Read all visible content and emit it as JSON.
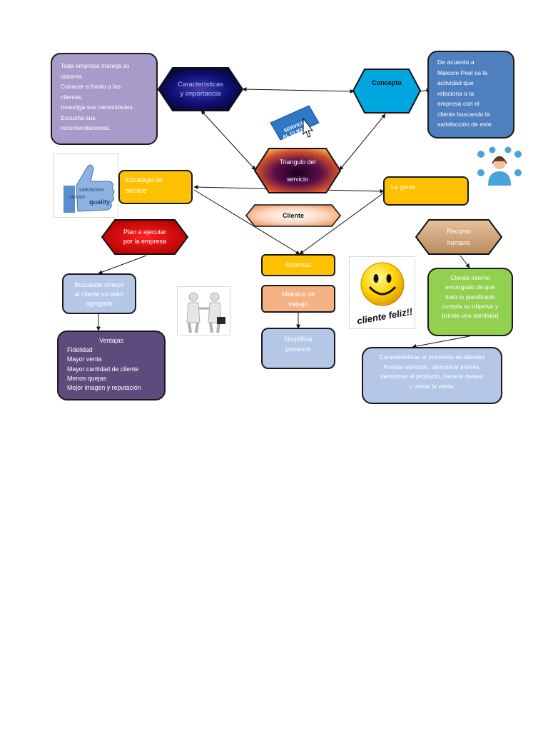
{
  "caracteristicas_box": {
    "lines": [
      "Toda empresa maneja su",
      "sistema.",
      "Conocer a fondo a los",
      "clientes.",
      "Investiga sus necesidades.",
      "Escucha sus",
      "recomendaciones."
    ]
  },
  "caracteristicas_hex": {
    "lines": [
      "Características",
      "y  importancia"
    ]
  },
  "concepto_hex": {
    "label": "Concepto"
  },
  "concepto_box": {
    "lines": [
      "De acuerdo a",
      "Malcom Peel es la",
      "actividad que",
      "relaciona a la",
      "empresa con el",
      "cliente  buscando la",
      "satisfacción de este."
    ]
  },
  "servicio_badge": {
    "lines": [
      "SERVICIO",
      "AL CLIENTE"
    ]
  },
  "triangulo_hex": {
    "lines": [
      "Triangulo del",
      "servicio"
    ]
  },
  "estrategia_box": {
    "lines": [
      "Estrategia de",
      "servicio"
    ]
  },
  "la_gente_box": {
    "label": "La gente"
  },
  "cliente_hex": {
    "label": "Cliente"
  },
  "thumbs_pic": {
    "words": [
      "satisfaction",
      "service",
      "quality"
    ]
  },
  "plan_hex": {
    "lines": [
      "Plan a ejecutar",
      "por la empresa"
    ]
  },
  "recurso_hex": {
    "lines": [
      "Recurso",
      "humano"
    ]
  },
  "sistemas_box": {
    "label": "Sistemas"
  },
  "metodos_box": {
    "lines": [
      "Métodos de",
      "trabajo"
    ]
  },
  "simplificar_box": {
    "lines": [
      "Simplificar",
      "procesos"
    ]
  },
  "buscando_box": {
    "lines": [
      "Buscando ofrecer",
      "al cliente un valor",
      "agregado"
    ]
  },
  "ventajas_box": {
    "title": "Ventajas",
    "lines": [
      "Fidelidad",
      "Mayor venta",
      "Mayor cantidad de cliente",
      "Menos quejas",
      "Mejor imagen y reputación"
    ]
  },
  "cliente_interno_box": {
    "lines": [
      "Cliente interno",
      "encargado de que",
      "todo lo planificado",
      "cumpla su objetivo y",
      "brinde una identidad"
    ]
  },
  "caracteristicas_atender_box": {
    "lines": [
      "Características al momento de atender",
      "Prestar atención, demostrar interés,",
      "demostrar el producto, hacerlo desear",
      "y cerrar la venta."
    ]
  },
  "smiley_pic": {
    "caption": "cliente feliz!!"
  },
  "colors": {
    "lavender": "#a99bc9",
    "steel_blue": "#4f7fbf",
    "gold": "#ffc000",
    "peach": "#f4b183",
    "light_blue": "#b4c7e7",
    "dark_purple": "#5e4b7d",
    "green": "#92d050",
    "red": "#e01010",
    "tan": "#c8a07a",
    "navy_glow": "#0d0d60",
    "cyan": "#00a6e0"
  }
}
